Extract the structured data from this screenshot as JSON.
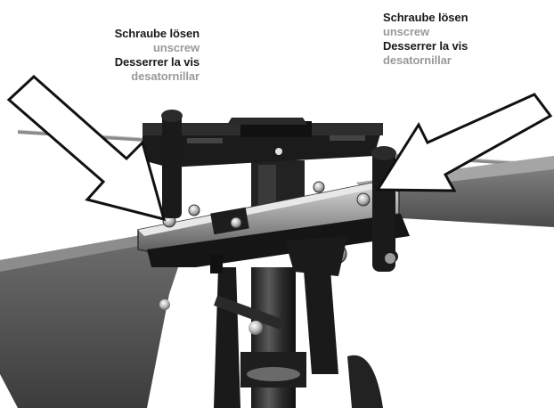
{
  "labels": {
    "left": {
      "line1": "Schraube lösen",
      "line2": "unscrew",
      "line3": "Desserrer la vis",
      "line4": "desatornillar"
    },
    "right": {
      "line1": "Schraube lösen",
      "line2": "unscrew",
      "line3": "Desserrer la vis",
      "line4": "desatornillar"
    }
  },
  "colors": {
    "primary_text": "#1a1a1a",
    "secondary_text": "#9a9a9a",
    "arrow_fill": "#ffffff",
    "arrow_stroke": "#111111"
  }
}
